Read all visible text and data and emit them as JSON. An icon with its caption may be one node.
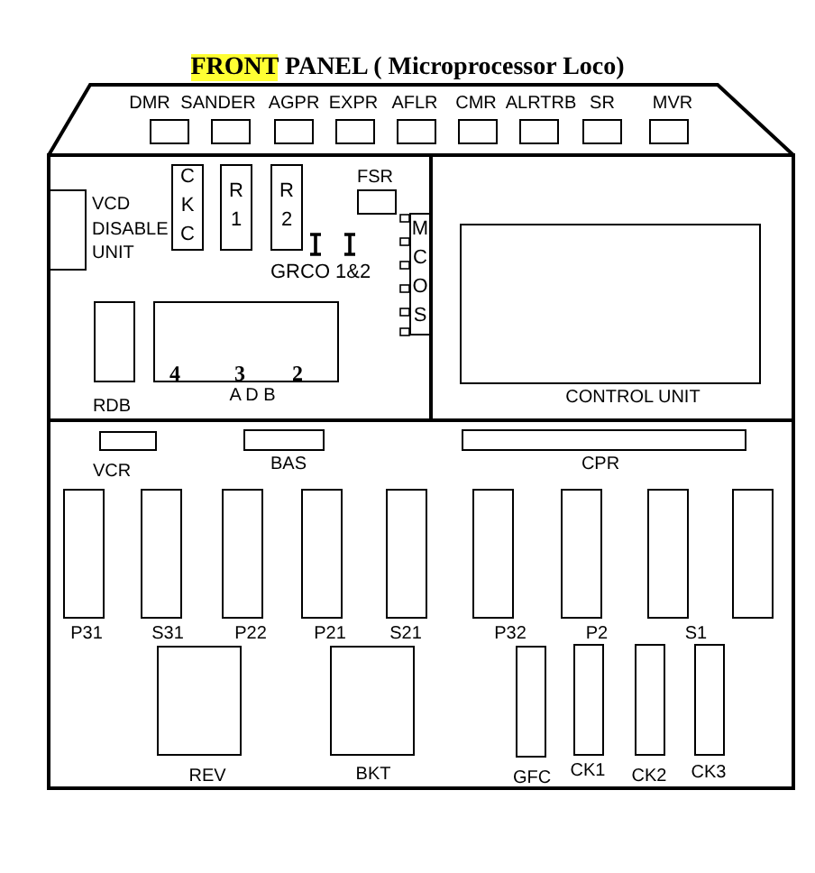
{
  "diagram": {
    "title": "FRONT PANEL ( Microprocessor Loco)",
    "nodes": [
      {
        "text": [
          "DMR"
        ]
      },
      {
        "text": [
          "SANDER"
        ]
      },
      {
        "text": [
          "AGPR"
        ]
      },
      {
        "text": [
          "EXPR"
        ]
      },
      {
        "text": [
          "AFLR"
        ]
      },
      {
        "text": [
          "CMR"
        ]
      },
      {
        "text": [
          "ALRTRB"
        ]
      },
      {
        "text": [
          "SR"
        ]
      },
      {
        "text": [
          "MVR"
        ]
      },
      {
        "text": [
          "VCD DISABLE UNIT"
        ]
      },
      {
        "text": [
          "CKC"
        ]
      },
      {
        "text": [
          "R1"
        ]
      },
      {
        "text": [
          "R2"
        ]
      },
      {
        "text": [
          "FSR"
        ]
      },
      {
        "text": [
          "MCOS"
        ]
      },
      {
        "text": [
          "RDB"
        ]
      },
      {
        "text": [
          "A D B"
        ]
      },
      {
        "text": [
          "CONTROL UNIT"
        ]
      },
      {
        "text": [
          "VCR"
        ]
      },
      {
        "text": [
          "BAS"
        ]
      },
      {
        "text": [
          "CPR"
        ]
      },
      {
        "text": [
          "P31"
        ]
      },
      {
        "text": [
          "S31"
        ]
      },
      {
        "text": [
          "P22"
        ]
      },
      {
        "text": [
          "P21"
        ]
      },
      {
        "text": [
          "S21"
        ]
      },
      {
        "text": [
          "P32"
        ]
      },
      {
        "text": [
          "P2"
        ]
      },
      {
        "text": [
          "S1"
        ]
      },
      {
        "text": [],
        "shape": "box"
      },
      {
        "text": [
          "REV"
        ]
      },
      {
        "text": [
          "BKT"
        ]
      },
      {
        "text": [
          "GFC"
        ]
      },
      {
        "text": [
          "CK1"
        ]
      },
      {
        "text": [
          "CK2"
        ]
      },
      {
        "text": [
          "CK3"
        ]
      }
    ],
    "labels": [
      "GRCO 1&2",
      "4",
      "3",
      "2"
    ]
  }
}
